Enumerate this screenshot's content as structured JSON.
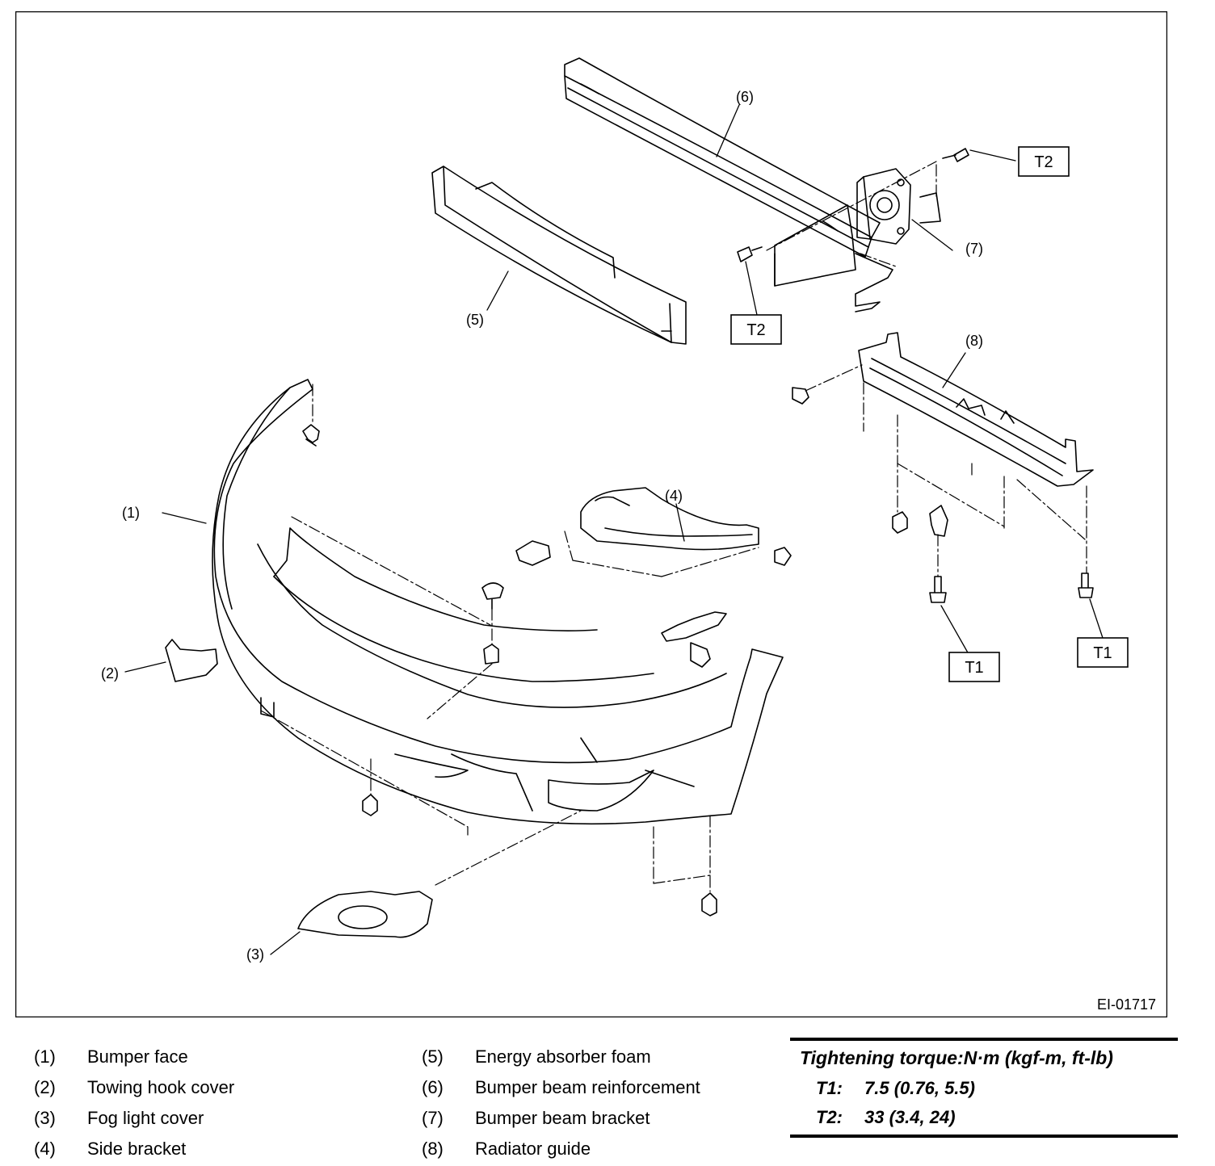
{
  "figure_id": "EI-01717",
  "callouts": [
    "(1)",
    "(2)",
    "(3)",
    "(4)",
    "(5)",
    "(6)",
    "(7)",
    "(8)"
  ],
  "torque_boxes": {
    "t1": "T1",
    "t2": "T2"
  },
  "legend_left": [
    {
      "num": "(1)",
      "name": "Bumper face"
    },
    {
      "num": "(2)",
      "name": "Towing hook cover"
    },
    {
      "num": "(3)",
      "name": "Fog light cover"
    },
    {
      "num": "(4)",
      "name": "Side bracket"
    }
  ],
  "legend_right": [
    {
      "num": "(5)",
      "name": "Energy absorber foam"
    },
    {
      "num": "(6)",
      "name": "Bumper beam reinforcement"
    },
    {
      "num": "(7)",
      "name": "Bumper beam bracket"
    },
    {
      "num": "(8)",
      "name": "Radiator guide"
    }
  ],
  "torque": {
    "title": "Tightening torque:N·m (kgf-m, ft-lb)",
    "rows": [
      {
        "key": "T1:",
        "value": "7.5 (0.76, 5.5)"
      },
      {
        "key": "T2:",
        "value": "33 (3.4, 24)"
      }
    ]
  }
}
